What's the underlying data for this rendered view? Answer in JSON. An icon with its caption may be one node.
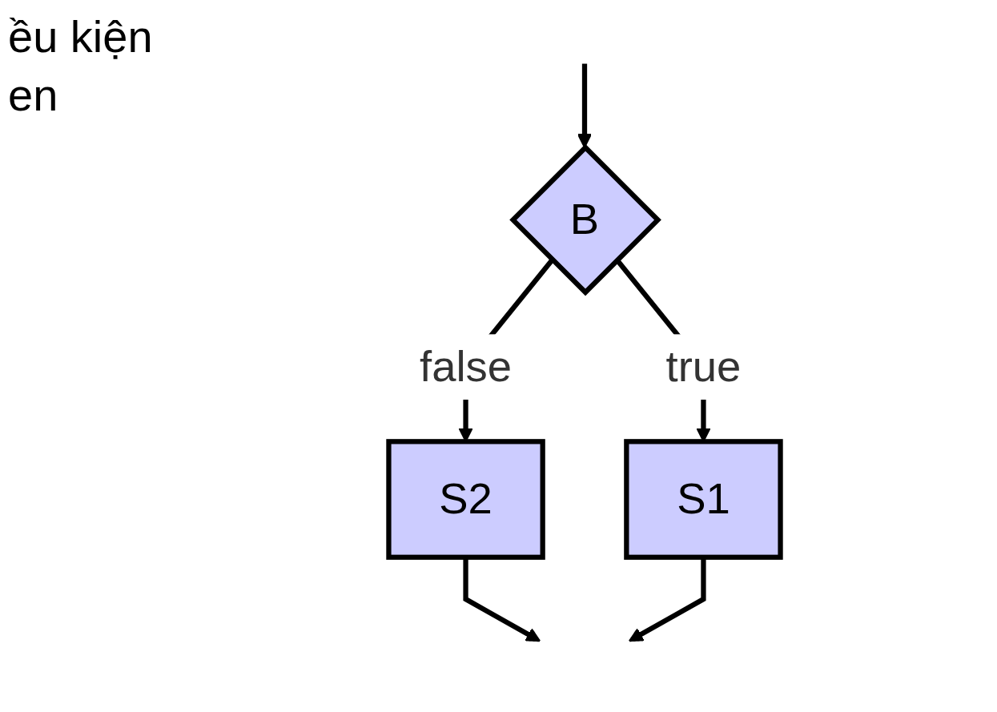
{
  "diagram": {
    "nodes": [
      {
        "text": [
          "B"
        ]
      },
      {
        "text": [
          "S2"
        ]
      },
      {
        "text": [
          "S1"
        ]
      }
    ],
    "edges": [
      {
        "from": null,
        "to": 0,
        "arrow": "to"
      },
      {
        "from": 0,
        "to": 1,
        "label": "false",
        "arrow": "to"
      },
      {
        "from": 0,
        "to": 2,
        "label": "true",
        "arrow": "to"
      },
      {
        "from": 1,
        "to": null,
        "arrow": "to"
      },
      {
        "from": 2,
        "to": null,
        "arrow": "to"
      }
    ],
    "labels": [
      "ều kiện",
      "en"
    ]
  }
}
